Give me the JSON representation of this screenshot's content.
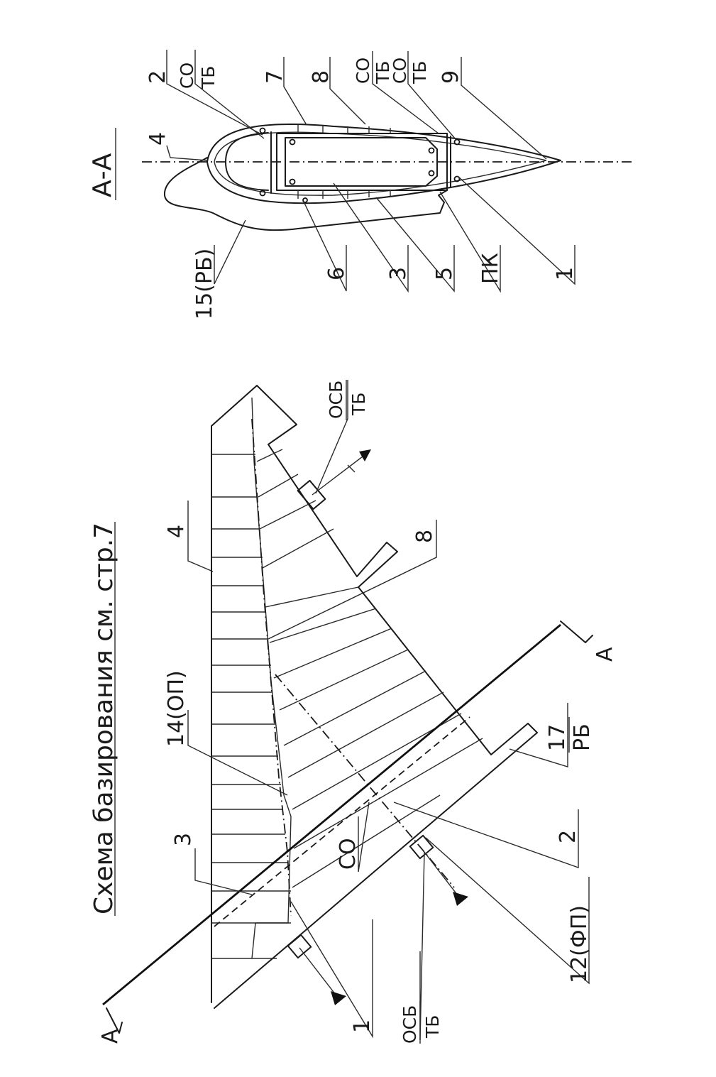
{
  "title": "Схема базирования см. стр.7",
  "section_title": "А-А",
  "section_marker": "А",
  "main_view": {
    "labels": {
      "l3": "3",
      "l14": "14(ОП)",
      "l4": "4",
      "l8": "8",
      "l2": "2",
      "l17_num": "17",
      "l17_den": "РБ",
      "l12": "12(ФП)",
      "l1": "1",
      "lco": "СО",
      "osb_top_num": "ОСБ",
      "osb_top_den": "ТБ",
      "osb_bot_num": "ОСБ",
      "osb_bot_den": "ТБ"
    }
  },
  "section_view": {
    "labels": {
      "s2": "2",
      "sco1_num": "СО",
      "sco1_den": "ТБ",
      "s7": "7",
      "s8": "8",
      "sco2_num": "СО",
      "sco2_den": "ТБ",
      "sco3_num": "СО",
      "sco3_den": "ТБ",
      "s9": "9",
      "s4": "4",
      "s15": "15(РБ)",
      "s6": "6",
      "s3": "3",
      "s5": "5",
      "spk": "ПК",
      "s1": "1"
    }
  }
}
